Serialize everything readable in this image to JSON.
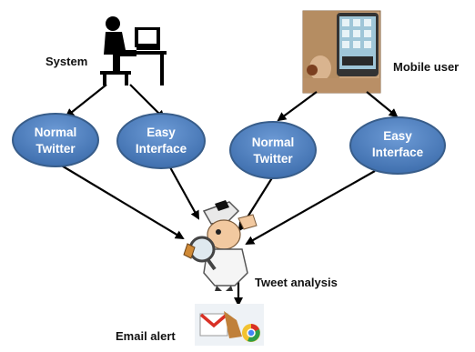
{
  "labels": {
    "system": "System",
    "mobile_user": "Mobile user",
    "tweet_analysis": "Tweet analysis",
    "email_alert": "Email alert"
  },
  "nodes": {
    "left_normal": {
      "line1": "Normal",
      "line2": "Twitter"
    },
    "left_easy": {
      "line1": "Easy",
      "line2": "Interface"
    },
    "right_normal": {
      "line1": "Normal",
      "line2": "Twitter"
    },
    "right_easy": {
      "line1": "Easy",
      "line2": "Interface"
    }
  },
  "icons": {
    "system": "person-at-computer-icon",
    "mobile": "phone-in-hand-icon",
    "analysis": "detective-magnifier-icon",
    "email": "gmail-chrome-icon"
  },
  "colors": {
    "ellipse_fill": "#4F81BD",
    "ellipse_stroke": "#385D8A",
    "arrow": "#000000"
  }
}
